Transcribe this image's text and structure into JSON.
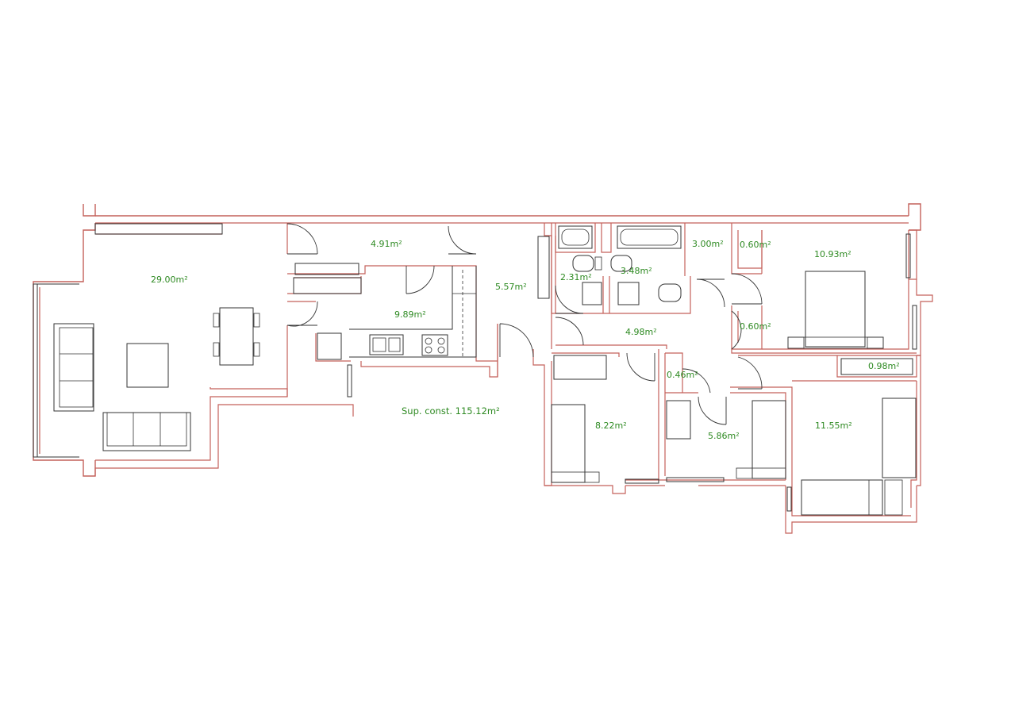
{
  "plan": {
    "total_area": "Sup. const. 115.12m²",
    "colors": {
      "walls": "#c4605a",
      "furniture": "#333333",
      "labels": "#2e8a22",
      "background": "#ffffff"
    },
    "rooms": [
      {
        "id": "living",
        "area": "29.00m²"
      },
      {
        "id": "hall-storage",
        "area": "4.91m²"
      },
      {
        "id": "kitchen",
        "area": "9.89m²"
      },
      {
        "id": "entrance",
        "area": "5.57m²"
      },
      {
        "id": "bath-small",
        "area": "2.31m²"
      },
      {
        "id": "bath-main",
        "area": "3.48m²"
      },
      {
        "id": "laundry",
        "area": "3.00m²"
      },
      {
        "id": "closet-top",
        "area": "0.60m²"
      },
      {
        "id": "master-bedroom",
        "area": "10.93m²"
      },
      {
        "id": "closet-mid",
        "area": "0.60m²"
      },
      {
        "id": "corridor",
        "area": "4.98m²"
      },
      {
        "id": "closet-corridor",
        "area": "0.46m²"
      },
      {
        "id": "closet-right",
        "area": "0.98m²"
      },
      {
        "id": "bedroom-2",
        "area": "8.22m²"
      },
      {
        "id": "bedroom-3",
        "area": "5.86m²"
      },
      {
        "id": "bedroom-4",
        "area": "11.55m²"
      }
    ]
  }
}
